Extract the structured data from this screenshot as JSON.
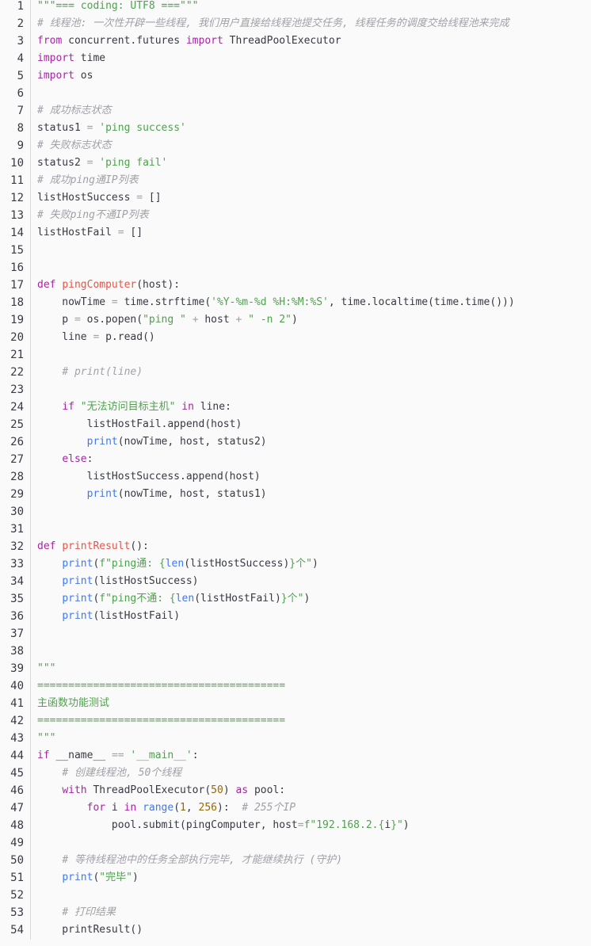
{
  "editor": {
    "language": "python",
    "line_count": 54
  },
  "lines": [
    [
      {
        "t": "\"\"\"=== coding: UTF8 ===\"\"\"",
        "c": "str"
      }
    ],
    [
      {
        "t": "# 线程池: 一次性开辟一些线程, 我们用户直接给线程池提交任务, 线程任务的调度交给线程池来完成",
        "c": "com"
      }
    ],
    [
      {
        "t": "from",
        "c": "kw"
      },
      {
        "t": " concurrent.futures "
      },
      {
        "t": "import",
        "c": "kw"
      },
      {
        "t": " ThreadPoolExecutor"
      }
    ],
    [
      {
        "t": "import",
        "c": "kw"
      },
      {
        "t": " time"
      }
    ],
    [
      {
        "t": "import",
        "c": "kw"
      },
      {
        "t": " os"
      }
    ],
    [],
    [
      {
        "t": "# 成功标志状态",
        "c": "com"
      }
    ],
    [
      {
        "t": "status1 "
      },
      {
        "t": "=",
        "c": "op"
      },
      {
        "t": " "
      },
      {
        "t": "'ping success'",
        "c": "str"
      }
    ],
    [
      {
        "t": "# 失败标志状态",
        "c": "com"
      }
    ],
    [
      {
        "t": "status2 "
      },
      {
        "t": "=",
        "c": "op"
      },
      {
        "t": " "
      },
      {
        "t": "'ping fail'",
        "c": "str"
      }
    ],
    [
      {
        "t": "# 成功ping通IP列表",
        "c": "com"
      }
    ],
    [
      {
        "t": "listHostSuccess "
      },
      {
        "t": "=",
        "c": "op"
      },
      {
        "t": " []"
      }
    ],
    [
      {
        "t": "# 失败ping不通IP列表",
        "c": "com"
      }
    ],
    [
      {
        "t": "listHostFail "
      },
      {
        "t": "=",
        "c": "op"
      },
      {
        "t": " []"
      }
    ],
    [],
    [],
    [
      {
        "t": "def",
        "c": "kw"
      },
      {
        "t": " "
      },
      {
        "t": "pingComputer",
        "c": "fn"
      },
      {
        "t": "(host):"
      }
    ],
    [
      {
        "t": "    nowTime "
      },
      {
        "t": "=",
        "c": "op"
      },
      {
        "t": " time.strftime("
      },
      {
        "t": "'%Y-%m-%d %H:%M:%S'",
        "c": "str"
      },
      {
        "t": ", time.localtime(time.time()))"
      }
    ],
    [
      {
        "t": "    p "
      },
      {
        "t": "=",
        "c": "op"
      },
      {
        "t": " os.popen("
      },
      {
        "t": "\"ping \"",
        "c": "str"
      },
      {
        "t": " "
      },
      {
        "t": "+",
        "c": "op"
      },
      {
        "t": " host "
      },
      {
        "t": "+",
        "c": "op"
      },
      {
        "t": " "
      },
      {
        "t": "\" -n 2\"",
        "c": "str"
      },
      {
        "t": ")"
      }
    ],
    [
      {
        "t": "    line "
      },
      {
        "t": "=",
        "c": "op"
      },
      {
        "t": " p.read()"
      }
    ],
    [],
    [
      {
        "t": "    "
      },
      {
        "t": "# print(line)",
        "c": "com"
      }
    ],
    [],
    [
      {
        "t": "    "
      },
      {
        "t": "if",
        "c": "kw"
      },
      {
        "t": " "
      },
      {
        "t": "\"无法访问目标主机\"",
        "c": "str"
      },
      {
        "t": " "
      },
      {
        "t": "in",
        "c": "kw"
      },
      {
        "t": " line:"
      }
    ],
    [
      {
        "t": "        listHostFail.append(host)"
      }
    ],
    [
      {
        "t": "        "
      },
      {
        "t": "print",
        "c": "bi"
      },
      {
        "t": "(nowTime, host, status2)"
      }
    ],
    [
      {
        "t": "    "
      },
      {
        "t": "else",
        "c": "kw"
      },
      {
        "t": ":"
      }
    ],
    [
      {
        "t": "        listHostSuccess.append(host)"
      }
    ],
    [
      {
        "t": "        "
      },
      {
        "t": "print",
        "c": "bi"
      },
      {
        "t": "(nowTime, host, status1)"
      }
    ],
    [],
    [],
    [
      {
        "t": "def",
        "c": "kw"
      },
      {
        "t": " "
      },
      {
        "t": "printResult",
        "c": "fn"
      },
      {
        "t": "():"
      }
    ],
    [
      {
        "t": "    "
      },
      {
        "t": "print",
        "c": "bi"
      },
      {
        "t": "("
      },
      {
        "t": "f\"ping通: {",
        "c": "str"
      },
      {
        "t": "len",
        "c": "bi"
      },
      {
        "t": "(listHostSuccess)"
      },
      {
        "t": "}个\"",
        "c": "str"
      },
      {
        "t": ")"
      }
    ],
    [
      {
        "t": "    "
      },
      {
        "t": "print",
        "c": "bi"
      },
      {
        "t": "(listHostSuccess)"
      }
    ],
    [
      {
        "t": "    "
      },
      {
        "t": "print",
        "c": "bi"
      },
      {
        "t": "("
      },
      {
        "t": "f\"ping不通: {",
        "c": "str"
      },
      {
        "t": "len",
        "c": "bi"
      },
      {
        "t": "(listHostFail)"
      },
      {
        "t": "}个\"",
        "c": "str"
      },
      {
        "t": ")"
      }
    ],
    [
      {
        "t": "    "
      },
      {
        "t": "print",
        "c": "bi"
      },
      {
        "t": "(listHostFail)"
      }
    ],
    [],
    [],
    [
      {
        "t": "\"\"\"",
        "c": "str"
      }
    ],
    [
      {
        "t": "========================================",
        "c": "str"
      }
    ],
    [
      {
        "t": "主函数功能测试",
        "c": "str"
      }
    ],
    [
      {
        "t": "========================================",
        "c": "str"
      }
    ],
    [
      {
        "t": "\"\"\"",
        "c": "str"
      }
    ],
    [
      {
        "t": "if",
        "c": "kw"
      },
      {
        "t": " __name__ "
      },
      {
        "t": "==",
        "c": "op"
      },
      {
        "t": " "
      },
      {
        "t": "'__main__'",
        "c": "str"
      },
      {
        "t": ":"
      }
    ],
    [
      {
        "t": "    "
      },
      {
        "t": "# 创建线程池, 50个线程",
        "c": "com"
      }
    ],
    [
      {
        "t": "    "
      },
      {
        "t": "with",
        "c": "kw"
      },
      {
        "t": " ThreadPoolExecutor("
      },
      {
        "t": "50",
        "c": "num"
      },
      {
        "t": ") "
      },
      {
        "t": "as",
        "c": "kw"
      },
      {
        "t": " pool:"
      }
    ],
    [
      {
        "t": "        "
      },
      {
        "t": "for",
        "c": "kw"
      },
      {
        "t": " i "
      },
      {
        "t": "in",
        "c": "kw"
      },
      {
        "t": " "
      },
      {
        "t": "range",
        "c": "bi"
      },
      {
        "t": "("
      },
      {
        "t": "1",
        "c": "num"
      },
      {
        "t": ", "
      },
      {
        "t": "256",
        "c": "num"
      },
      {
        "t": "):  "
      },
      {
        "t": "# 255个IP",
        "c": "com"
      }
    ],
    [
      {
        "t": "            pool.submit(pingComputer, host"
      },
      {
        "t": "=",
        "c": "op"
      },
      {
        "t": "f\"192.168.2.{",
        "c": "str"
      },
      {
        "t": "i"
      },
      {
        "t": "}\"",
        "c": "str"
      },
      {
        "t": ")"
      }
    ],
    [],
    [
      {
        "t": "    "
      },
      {
        "t": "# 等待线程池中的任务全部执行完毕, 才能继续执行 (守护)",
        "c": "com"
      }
    ],
    [
      {
        "t": "    "
      },
      {
        "t": "print",
        "c": "bi"
      },
      {
        "t": "("
      },
      {
        "t": "\"完毕\"",
        "c": "str"
      },
      {
        "t": ")"
      }
    ],
    [],
    [
      {
        "t": "    "
      },
      {
        "t": "# 打印结果",
        "c": "com"
      }
    ],
    [
      {
        "t": "    printResult()"
      }
    ]
  ]
}
